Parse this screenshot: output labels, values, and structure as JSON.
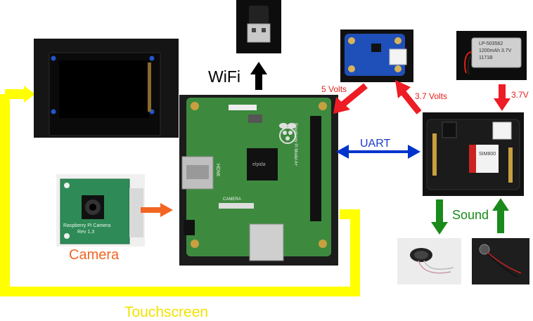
{
  "labels": {
    "wifi": "WiFi",
    "five_volts": "5 Volts",
    "three7_volts": "3.7 Volts",
    "three7v": "3.7V",
    "uart": "UART",
    "sound": "Sound",
    "camera": "Camera",
    "touchscreen": "Touchscreen"
  },
  "board_text": {
    "pi_model": "Raspberry Pi Model A+",
    "hdmi": "HDMI",
    "camera_conn": "CAMERA",
    "chip": "elpida",
    "cam_silk_line1": "Raspberry Pi Camera",
    "cam_silk_line2": "Rev 1.3",
    "battery_line1": "LP-503562",
    "battery_line2": "1200mAh 3.7V",
    "battery_line3": "1171B",
    "fona_chip": "SIM800"
  },
  "colors": {
    "arrow_red": "#ee1c24",
    "arrow_blue": "#0033cc",
    "arrow_green": "#1a8a1a",
    "arrow_orange": "#f26522",
    "touch_wire": "#ffff00",
    "label_red": "#e0201a",
    "label_orange": "#f26522",
    "label_yellow": "#f2e200",
    "label_blue": "#1a3ccc",
    "label_green": "#1a8a1a",
    "pcb_green": "#3d8a3e"
  },
  "icons": [
    "wifi-dongle-icon",
    "touchscreen-icon",
    "raspberry-pi-icon",
    "camera-module-icon",
    "charger-board-icon",
    "battery-icon",
    "fona-board-icon",
    "speaker-icon",
    "microphone-icon",
    "raspberry-logo-icon"
  ]
}
